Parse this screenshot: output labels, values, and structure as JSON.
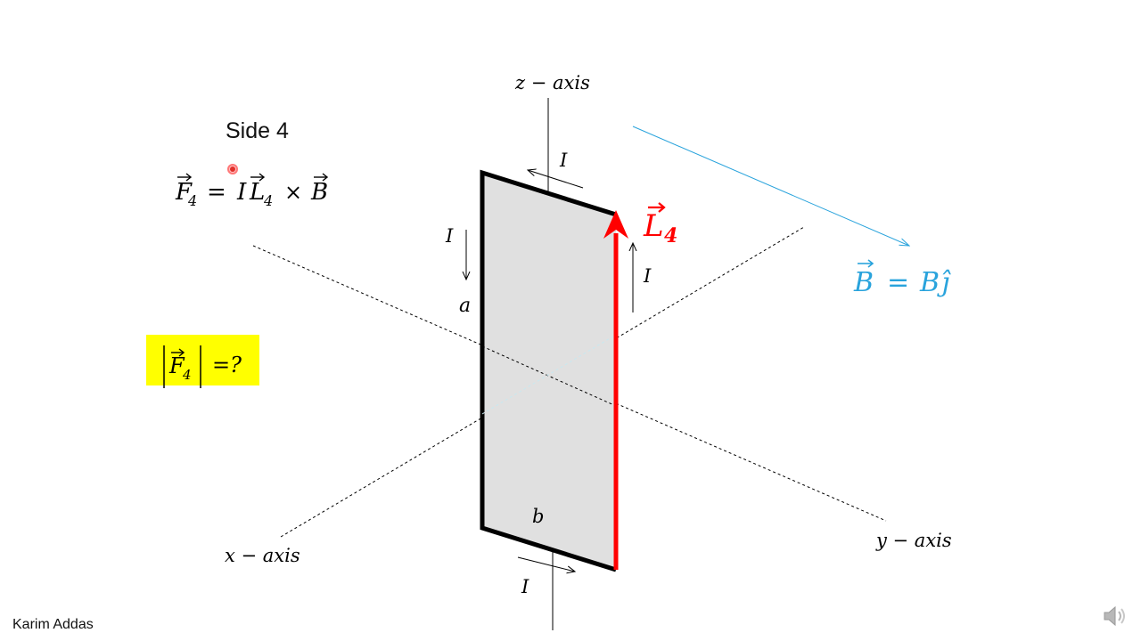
{
  "slide": {
    "title": "Side 4",
    "author": "Karim Addas"
  },
  "equation": {
    "lhs": "F",
    "lhs_sub": "4",
    "eq": "=",
    "i": "I",
    "l": "L",
    "l_sub": "4",
    "cross": "×",
    "b": "B"
  },
  "question": {
    "f": "F",
    "sub": "4",
    "rest": "=?",
    "highlight_color": "#ffff00"
  },
  "axes": {
    "z_label": "z − axis",
    "x_label": "x − axis",
    "y_label": "y − axis"
  },
  "loop": {
    "side_a": "a",
    "side_b": "b",
    "current": "I",
    "fill_color": "#e0e0e0"
  },
  "vector_l4": {
    "letter": "L",
    "sub": "4",
    "color": "#ff0000"
  },
  "field": {
    "b": "B",
    "eq": "=",
    "rhs_b": "B",
    "j": "ĵ",
    "color": "#29a3dc"
  },
  "icons": {
    "speaker": "speaker-icon",
    "pointer": "laser-pointer-icon"
  }
}
